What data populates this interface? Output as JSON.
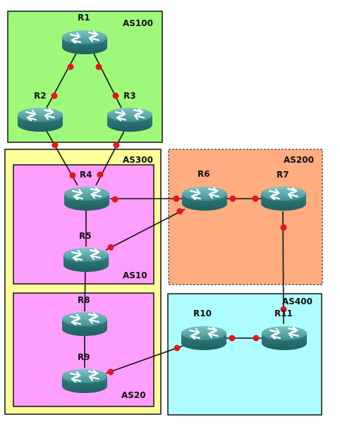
{
  "areas": {
    "as100": {
      "label": "AS100",
      "color": "#9ef97a"
    },
    "as300": {
      "label": "AS300",
      "color": "#fefe9a"
    },
    "as10": {
      "label": "AS10",
      "color": "#fe9ffe"
    },
    "as20": {
      "label": "AS20",
      "color": "#fe9ffe"
    },
    "as200": {
      "label": "AS200",
      "color": "#ffac80"
    },
    "as400": {
      "label": "AS400",
      "color": "#adfdfe"
    }
  },
  "routers": {
    "r1": {
      "label": "R1"
    },
    "r2": {
      "label": "R2"
    },
    "r3": {
      "label": "R3"
    },
    "r4": {
      "label": "R4"
    },
    "r5": {
      "label": "R5"
    },
    "r6": {
      "label": "R6"
    },
    "r7": {
      "label": "R7"
    },
    "r8": {
      "label": "R8"
    },
    "r9": {
      "label": "R9"
    },
    "r10": {
      "label": "R10"
    },
    "r11": {
      "label": "R11"
    }
  },
  "links": [
    {
      "from": "R1",
      "to": "R2"
    },
    {
      "from": "R1",
      "to": "R3"
    },
    {
      "from": "R2",
      "to": "R4"
    },
    {
      "from": "R3",
      "to": "R4"
    },
    {
      "from": "R4",
      "to": "R6"
    },
    {
      "from": "R4",
      "to": "R5"
    },
    {
      "from": "R5",
      "to": "R6"
    },
    {
      "from": "R6",
      "to": "R7"
    },
    {
      "from": "R5",
      "to": "R8"
    },
    {
      "from": "R8",
      "to": "R9"
    },
    {
      "from": "R9",
      "to": "R10"
    },
    {
      "from": "R10",
      "to": "R11"
    },
    {
      "from": "R7",
      "to": "R11"
    }
  ],
  "colors": {
    "router_body": "#2f7f7f",
    "router_top": "#4a9e9e",
    "port": "#e8141a"
  }
}
